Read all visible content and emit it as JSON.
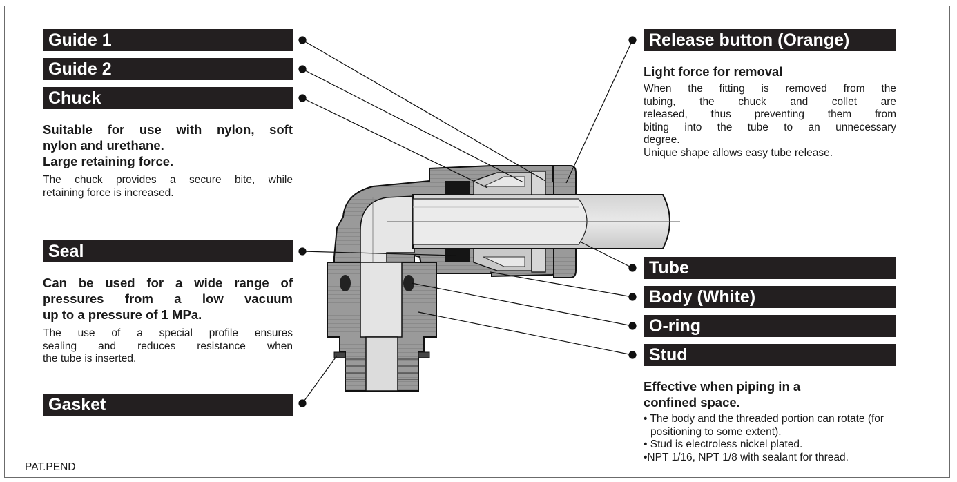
{
  "labels": {
    "guide1": "Guide 1",
    "guide2": "Guide 2",
    "chuck": "Chuck",
    "seal": "Seal",
    "gasket": "Gasket",
    "release": "Release button (Orange)",
    "tube": "Tube",
    "body": "Body (White)",
    "oring": "O-ring",
    "stud": "Stud"
  },
  "chuck_text": {
    "heading_lines": [
      "Suitable for use with nylon, soft",
      "nylon and urethane.",
      "Large retaining force."
    ],
    "body_lines": [
      "The chuck provides a secure bite, while",
      "retaining force is increased."
    ]
  },
  "seal_text": {
    "heading_lines": [
      "Can be used for a wide range of",
      "pressures from a low vacuum",
      "up to a pressure of 1 MPa."
    ],
    "body_lines": [
      "The use of a special profile ensures",
      "sealing and reduces resistance when",
      "the tube is inserted."
    ]
  },
  "release_text": {
    "heading": "Light force for removal",
    "body_lines": [
      "When the fitting is removed from the",
      "tubing, the chuck and collet are",
      "released, thus preventing them from",
      "biting into the tube to an unnecessary",
      "degree."
    ],
    "extra": "Unique shape allows easy tube release."
  },
  "stud_text": {
    "heading_lines": [
      "Effective when piping in a",
      "confined space."
    ],
    "bullets": [
      "• The body and the threaded portion can rotate (for positioning to some extent).",
      "• Stud is electroless nickel plated.",
      "•NPT 1/16, NPT 1/8 with sealant for thread."
    ]
  },
  "footer": "PAT.PEND"
}
